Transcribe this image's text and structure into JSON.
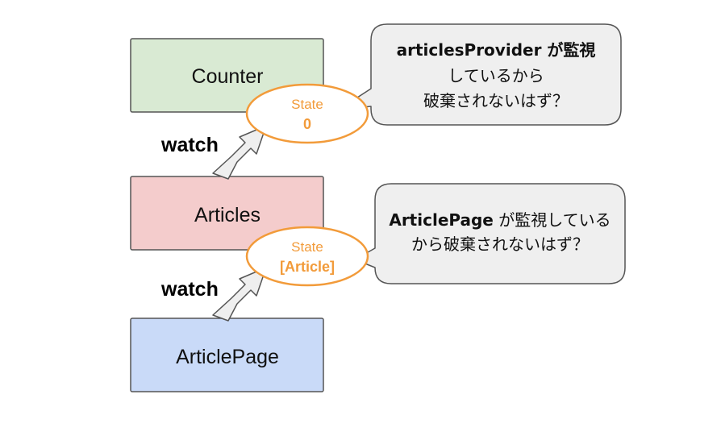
{
  "boxes": {
    "counter": {
      "label": "Counter",
      "fill": "#d9ead3"
    },
    "articles": {
      "label": "Articles",
      "fill": "#f4cccc"
    },
    "article_page": {
      "label": "ArticlePage",
      "fill": "#c9daf8"
    }
  },
  "states": {
    "counter_state": {
      "title": "State",
      "value": "0"
    },
    "articles_state": {
      "title": "State",
      "value": "[Article]"
    }
  },
  "arrows": {
    "upper": {
      "label": "watch"
    },
    "lower": {
      "label": "watch"
    }
  },
  "callouts": {
    "top": {
      "line1_bold": "articlesProvider",
      "line1_rest": " が監視",
      "line2": "しているから",
      "line3": "破棄されないはず？"
    },
    "bottom": {
      "line1_bold": "ArticlePage",
      "line1_rest": " が監視している",
      "line2": "から破棄されないはず？"
    }
  },
  "colors": {
    "state_accent": "#f29b3a",
    "box_stroke": "#555555",
    "arrow_fill": "#efefef",
    "callout_fill": "#efefef"
  }
}
